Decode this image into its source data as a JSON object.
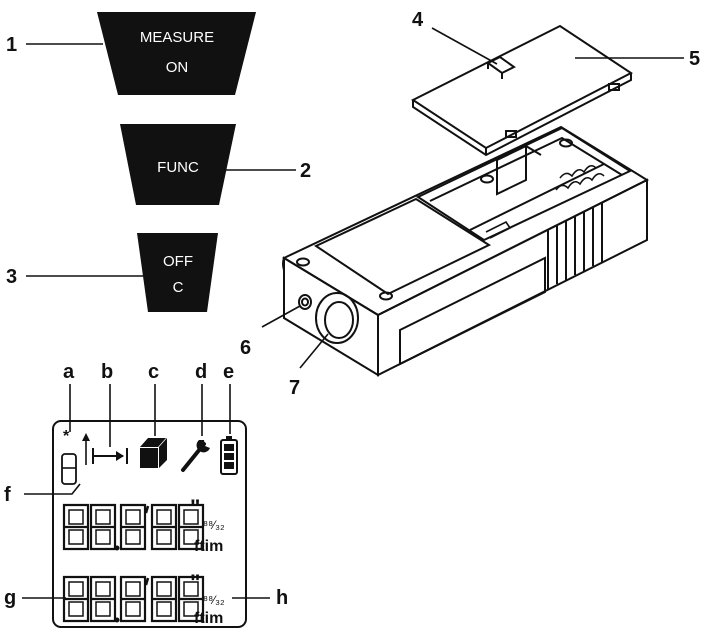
{
  "buttons": [
    {
      "id": "1",
      "line1": "MEASURE",
      "line2": "ON"
    },
    {
      "id": "2",
      "line1": "FUNC",
      "line2": ""
    },
    {
      "id": "3",
      "line1": "OFF",
      "line2": "C"
    }
  ],
  "device_callouts": [
    "4",
    "5",
    "6",
    "7"
  ],
  "display_callouts": [
    "a",
    "b",
    "c",
    "d",
    "e",
    "f",
    "g",
    "h"
  ],
  "display": {
    "digits": "88.8'88",
    "inch_mark": "\"",
    "fraction": "⁸⁸⁄₃₂",
    "units": "ftim"
  },
  "colors": {
    "ink": "#111111",
    "background": "#ffffff"
  },
  "icons": [
    "laser-icon",
    "reference-edge-icon",
    "volume-box-icon",
    "wrench-icon",
    "battery-icon",
    "tripod-reference-icon"
  ]
}
